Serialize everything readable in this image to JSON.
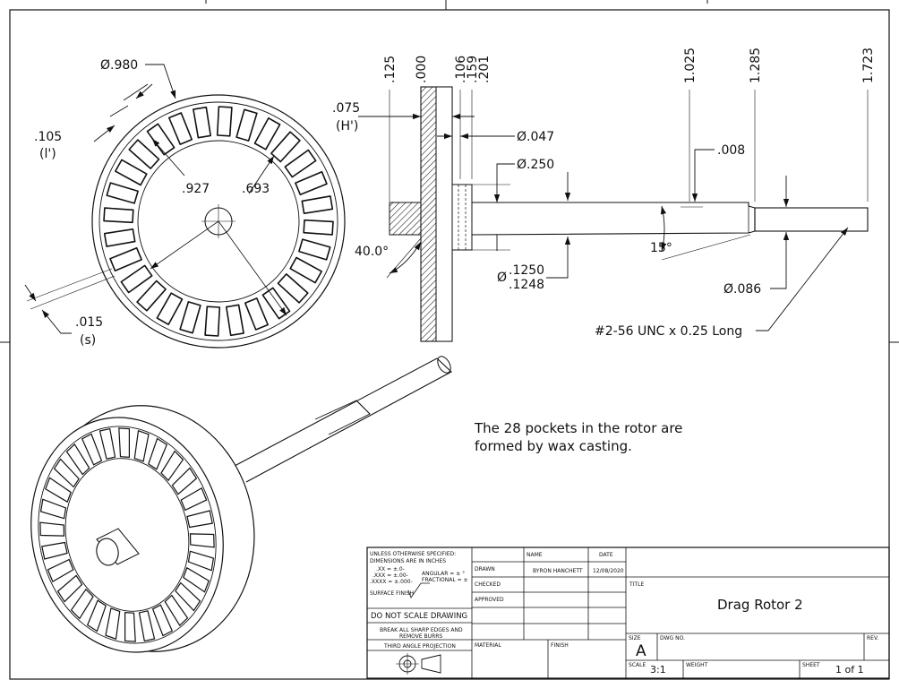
{
  "dimensions": {
    "face_dia": "Ø.980",
    "pocket_width": ".105",
    "pocket_width_sym": "(l')",
    "dia_927": ".927",
    "dia_693": ".693",
    "gap": ".015",
    "gap_sym": "(s)",
    "pos_125": ".125",
    "pos_000": ".000",
    "pos_106": ".106",
    "pos_159": ".159",
    "pos_201": ".201",
    "pos_1025": "1.025",
    "pos_1285": "1.285",
    "pos_1723": "1.723",
    "depth": ".075",
    "depth_sym": "(H')",
    "dia_047": "Ø.047",
    "dia_250": "Ø.250",
    "step_008": ".008",
    "angle_40": "40.0°",
    "angle_15": "15°",
    "shaft_dia_prefix": "Ø",
    "shaft_dia_upper": ".1250",
    "shaft_dia_lower": ".1248",
    "dia_086": "Ø.086",
    "thread_callout": "#2-56 UNC x 0.25 Long"
  },
  "note": {
    "line1": "The 28 pockets in the rotor are",
    "line2": "formed by wax casting."
  },
  "title_block": {
    "tol_line1": "UNLESS OTHERWISE SPECIFIED:",
    "tol_line2": "DIMENSIONS ARE IN INCHES",
    "tol_x": ".XX = ±.0-",
    "tol_xxx": ".XXX = ±.00-",
    "tol_xxxx": ".XXXX = ±.000-",
    "tol_angular": "ANGULAR = ± °",
    "tol_fractional": "FRACTIONAL = ±",
    "surface_finish": "SURFACE FINISH",
    "do_not_scale": "DO NOT SCALE DRAWING",
    "break_edges_1": "BREAK ALL SHARP EDGES AND",
    "break_edges_2": "REMOVE BURRS",
    "third_angle": "THIRD ANGLE PROJECTION",
    "hdr_name": "NAME",
    "hdr_date": "DATE",
    "drawn_label": "DRAWN",
    "drawn_name": "BYRON HANCHETT",
    "drawn_date": "12/08/2020",
    "checked_label": "CHECKED",
    "approved_label": "APPROVED",
    "material_label": "MATERIAL",
    "finish_label": "FINISH",
    "title_label": "TITLE",
    "title": "Drag Rotor 2",
    "size_label": "SIZE",
    "size": "A",
    "dwg_no_label": "DWG NO.",
    "rev_label": "REV.",
    "scale_label": "SCALE",
    "scale": "3:1",
    "weight_label": "WEIGHT",
    "sheet_label": "SHEET",
    "sheet": "1 of 1"
  }
}
